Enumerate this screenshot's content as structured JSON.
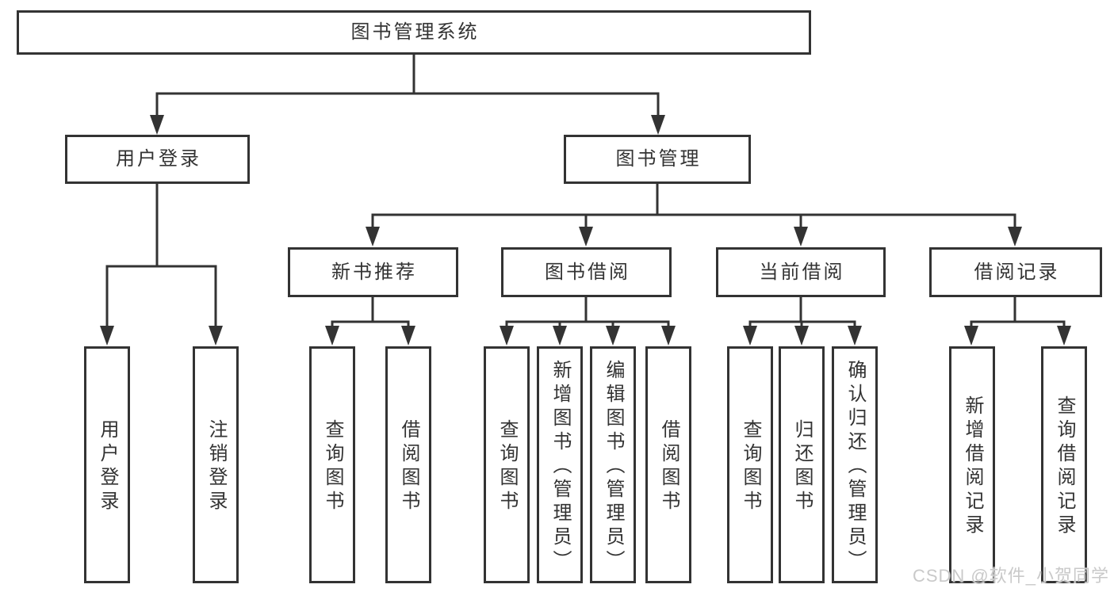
{
  "nodes": {
    "root": "图书管理系统",
    "level2": [
      "用户登录",
      "图书管理"
    ],
    "level3": [
      "新书推荐",
      "图书借阅",
      "当前借阅",
      "借阅记录"
    ]
  },
  "leaves": {
    "login": [
      "用户登录",
      "注销登录"
    ],
    "newbook": [
      "查询图书",
      "借阅图书"
    ],
    "borrow": [
      "查询图书",
      "新增图书（管理员）",
      "编辑图书（管理员）",
      "借阅图书"
    ],
    "current": [
      "查询图书",
      "归还图书",
      "确认归还（管理员）"
    ],
    "records": [
      "新增借阅记录",
      "查询借阅记录"
    ]
  },
  "watermark": {
    "text": "CSDN @软件_小贺同学"
  },
  "colors": {
    "line": "#333333",
    "border": "#333333",
    "text": "#333333",
    "background": "#ffffff",
    "watermark": "#c9c9c9"
  }
}
